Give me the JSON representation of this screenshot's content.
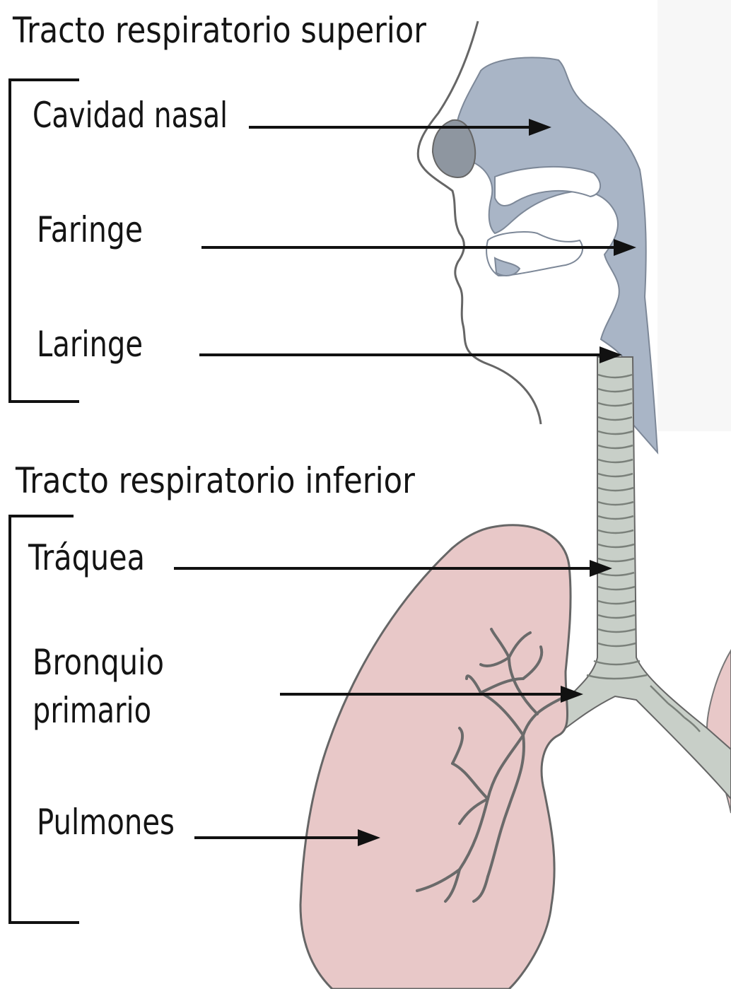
{
  "diagram": {
    "upper": {
      "title": "Tracto respiratorio superior",
      "items": [
        "Cavidad nasal",
        "Faringe",
        "Laringe"
      ]
    },
    "lower": {
      "title": "Tracto respiratorio inferior",
      "items": [
        "Tráquea",
        "Bronquio",
        "primario",
        "Pulmones"
      ]
    }
  },
  "colors": {
    "airway": "#a9b5c6",
    "trachea": "#c8cfc8",
    "lung": "#e8c8c8",
    "outline": "#555555",
    "text": "#141414"
  }
}
